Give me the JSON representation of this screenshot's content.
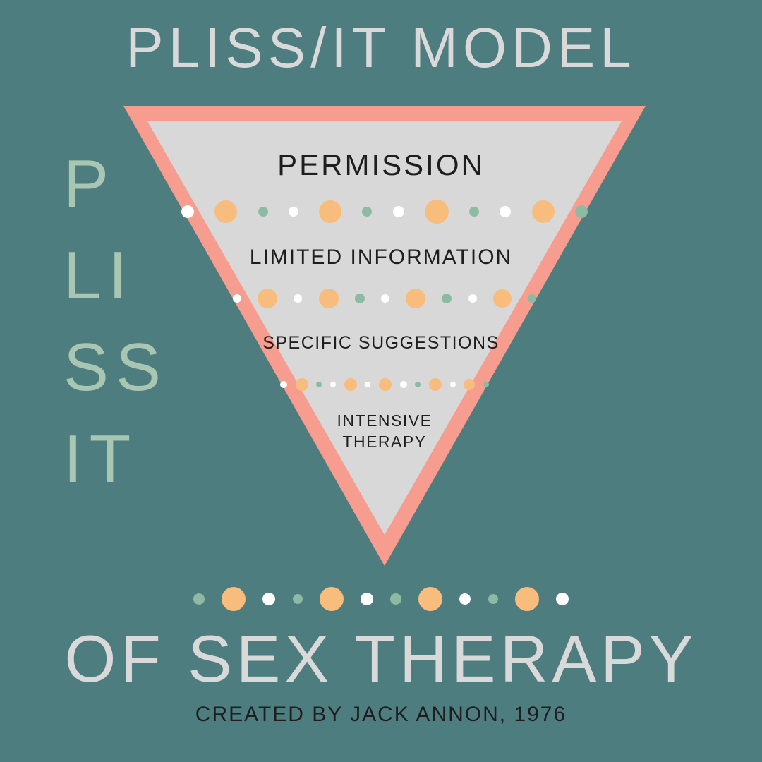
{
  "title": "PLISS/IT MODEL",
  "subtitle": "OF SEX THERAPY",
  "credit": "CREATED BY JACK ANNON, 1976",
  "acronym": {
    "letters": [
      "P",
      "LI",
      "SS",
      "IT"
    ]
  },
  "pyramid": {
    "levels": [
      {
        "label": "PERMISSION"
      },
      {
        "label": "LIMITED INFORMATION"
      },
      {
        "label": "SPECIFIC SUGGESTIONS"
      },
      {
        "label": "INTENSIVE THERAPY"
      }
    ]
  },
  "colors": {
    "background": "#4e7d80",
    "title_gray": "#d9d9d9",
    "sage": "#a8c6b2",
    "coral": "#f79d8f",
    "triangle_fill": "#d8d8d8",
    "ink": "#1e1e1e",
    "dot_white": "#ffffff",
    "dot_orange": "#f8bc7d",
    "dot_green": "#8cbaa3"
  },
  "dot_rows": [
    [
      {
        "c": "white",
        "s": 18
      },
      {
        "c": "orange",
        "s": 32
      },
      {
        "c": "green",
        "s": 14
      },
      {
        "c": "white",
        "s": 14
      },
      {
        "c": "orange",
        "s": 32
      },
      {
        "c": "green",
        "s": 14
      },
      {
        "c": "white",
        "s": 16
      },
      {
        "c": "orange",
        "s": 34
      },
      {
        "c": "green",
        "s": 14
      },
      {
        "c": "white",
        "s": 16
      },
      {
        "c": "orange",
        "s": 32
      },
      {
        "c": "green",
        "s": 18
      }
    ],
    [
      {
        "c": "white",
        "s": 12
      },
      {
        "c": "orange",
        "s": 28
      },
      {
        "c": "white",
        "s": 12
      },
      {
        "c": "orange",
        "s": 28
      },
      {
        "c": "green",
        "s": 14
      },
      {
        "c": "white",
        "s": 12
      },
      {
        "c": "orange",
        "s": 28
      },
      {
        "c": "green",
        "s": 14
      },
      {
        "c": "white",
        "s": 12
      },
      {
        "c": "orange",
        "s": 26
      },
      {
        "c": "green",
        "s": 12
      }
    ],
    [
      {
        "c": "white",
        "s": 10
      },
      {
        "c": "orange",
        "s": 18
      },
      {
        "c": "green",
        "s": 8
      },
      {
        "c": "white",
        "s": 8
      },
      {
        "c": "orange",
        "s": 18
      },
      {
        "c": "white",
        "s": 8
      },
      {
        "c": "orange",
        "s": 18
      },
      {
        "c": "white",
        "s": 10
      },
      {
        "c": "green",
        "s": 8
      },
      {
        "c": "orange",
        "s": 18
      },
      {
        "c": "white",
        "s": 8
      },
      {
        "c": "orange",
        "s": 16
      },
      {
        "c": "green",
        "s": 8
      }
    ],
    [
      {
        "c": "green",
        "s": 16
      },
      {
        "c": "orange",
        "s": 34
      },
      {
        "c": "white",
        "s": 18
      },
      {
        "c": "green",
        "s": 14
      },
      {
        "c": "orange",
        "s": 34
      },
      {
        "c": "white",
        "s": 18
      },
      {
        "c": "green",
        "s": 16
      },
      {
        "c": "orange",
        "s": 34
      },
      {
        "c": "white",
        "s": 16
      },
      {
        "c": "green",
        "s": 14
      },
      {
        "c": "orange",
        "s": 34
      },
      {
        "c": "white",
        "s": 18
      }
    ]
  ]
}
